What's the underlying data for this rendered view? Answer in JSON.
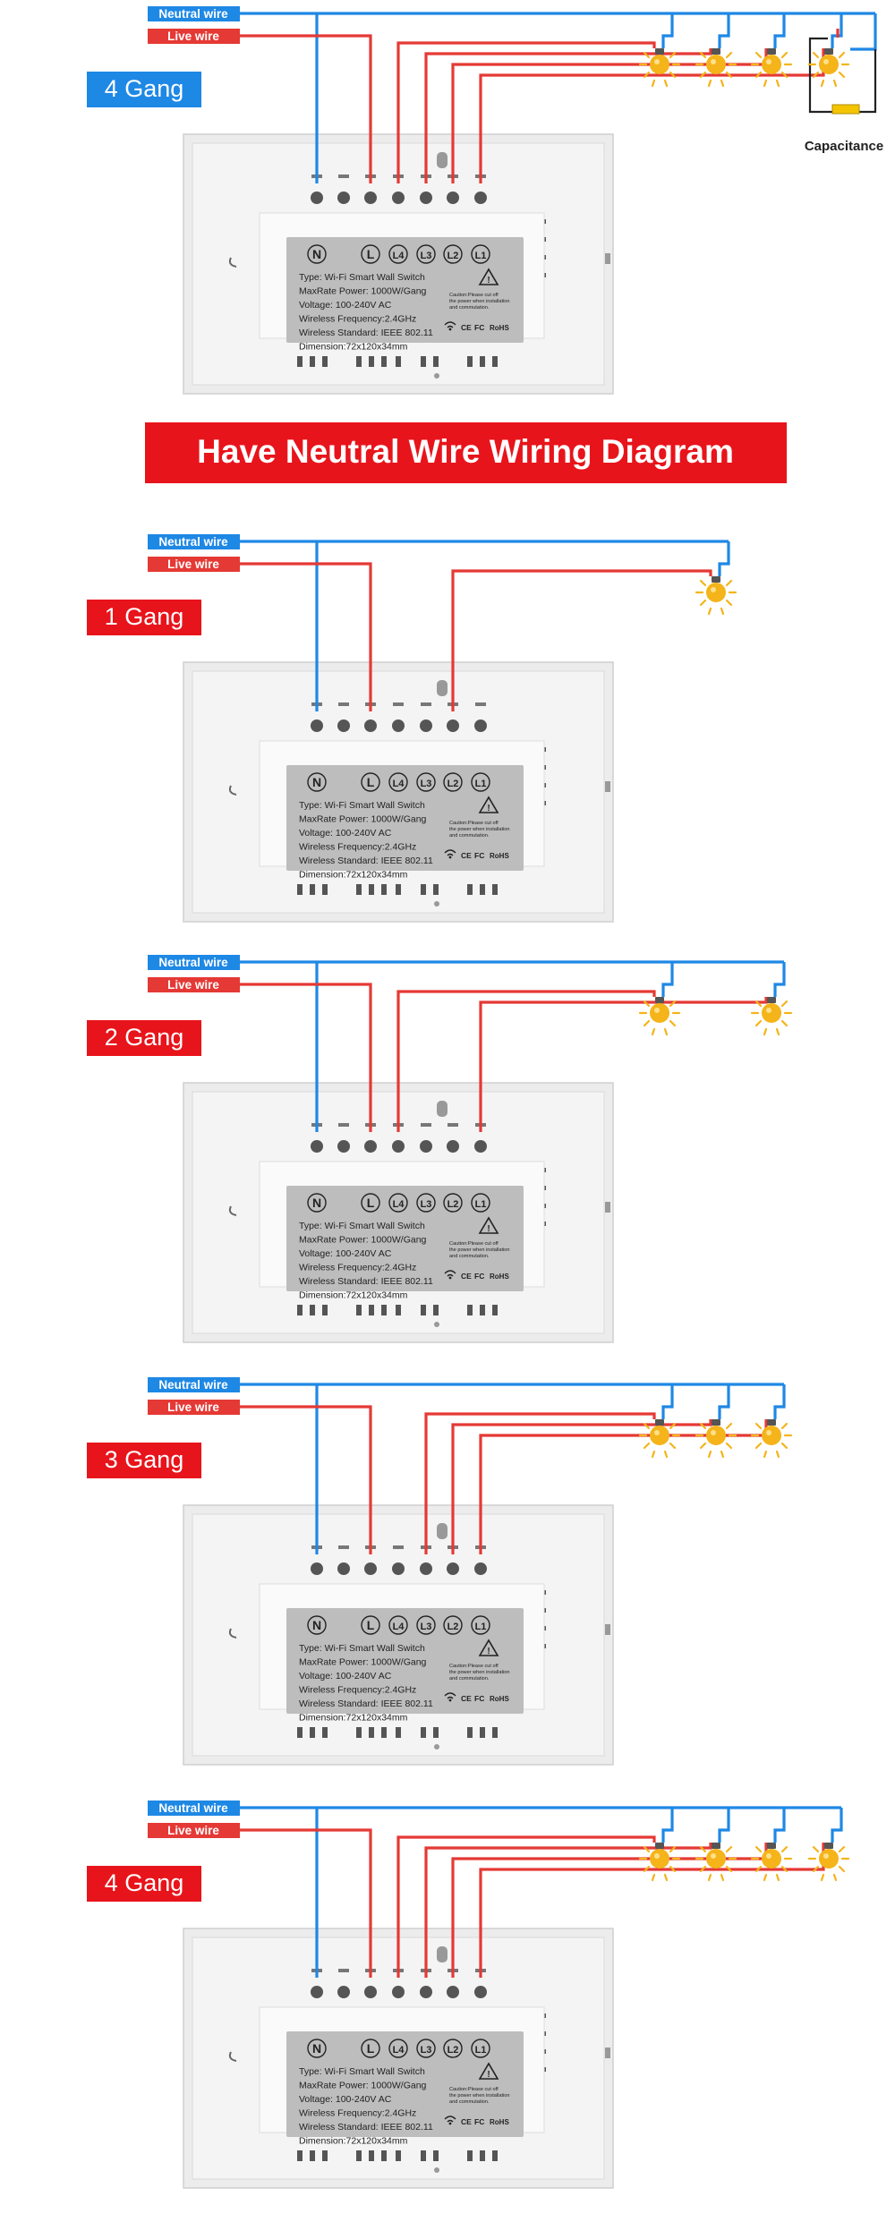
{
  "banner": "Have Neutral Wire Wiring Diagram",
  "neutral_label": "Neutral wire",
  "live_label": "Live wire",
  "capacitance_label": "Capacitance",
  "terminals": [
    "N",
    "L",
    "L4",
    "L3",
    "L2",
    "L1"
  ],
  "spec_lines": [
    "Type: Wi-Fi Smart Wall Switch",
    "MaxRate Power: 1000W/Gang",
    "Voltage: 100-240V AC",
    "Wireless Frequency:2.4GHz",
    "Wireless Standard: IEEE 802.11",
    "Dimension:72x120x34mm"
  ],
  "caution_lines": [
    "Caution:Please cut off",
    "the power when installation",
    "and commutation."
  ],
  "cert_marks": [
    "CE",
    "FC",
    "RoHS"
  ],
  "colors": {
    "neutral": "#1e88e5",
    "live": "#e53935",
    "gang_blue": "#1e88e5",
    "gang_red": "#e8141b",
    "banner": "#e8141b",
    "bulb": "#f4b41a",
    "plate": "#f2f2f2",
    "label_panel": "#bdbdbd"
  },
  "icons": [
    "bulb-icon",
    "warning-icon",
    "wifi-icon",
    "capacitor-icon"
  ],
  "diagrams": [
    {
      "gang_label": "4 Gang",
      "gang_count": 4,
      "label_color": "blue",
      "capacitance": true
    },
    {
      "gang_label": "1 Gang",
      "gang_count": 1,
      "label_color": "red",
      "capacitance": false
    },
    {
      "gang_label": "2 Gang",
      "gang_count": 2,
      "label_color": "red",
      "capacitance": false
    },
    {
      "gang_label": "3 Gang",
      "gang_count": 3,
      "label_color": "red",
      "capacitance": false
    },
    {
      "gang_label": "4 Gang",
      "gang_count": 4,
      "label_color": "red",
      "capacitance": false
    }
  ]
}
